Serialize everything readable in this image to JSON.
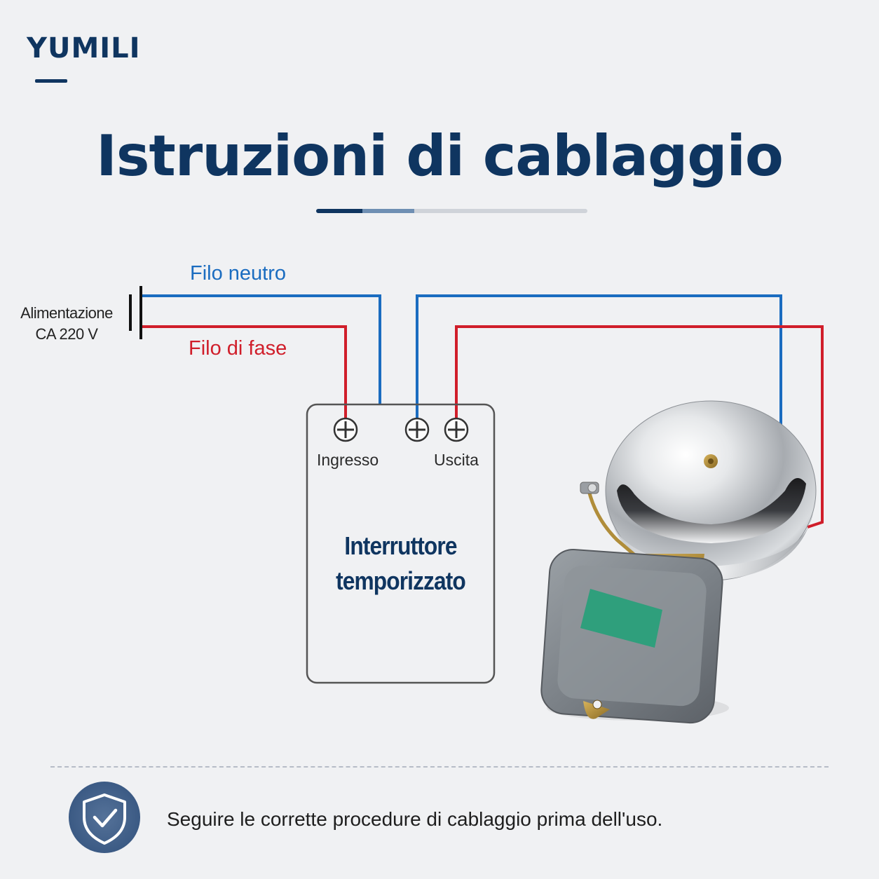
{
  "brand": {
    "name": "YUMILI"
  },
  "title": "Istruzioni di cablaggio",
  "wires": {
    "neutral_label": "Filo neutro",
    "phase_label": "Filo di fase",
    "neutral_color": "#1a6cc0",
    "phase_color": "#d01e2a"
  },
  "power_source": {
    "line1": "Alimentazione",
    "line2": "CA 220 V"
  },
  "timer": {
    "line1": "Interruttore",
    "line2": "temporizzato",
    "input_label": "Ingresso",
    "output_label": "Uscita"
  },
  "footer": {
    "icon": "shield-check-icon",
    "text": "Seguire le corrette procedure di cablaggio prima dell'uso."
  }
}
